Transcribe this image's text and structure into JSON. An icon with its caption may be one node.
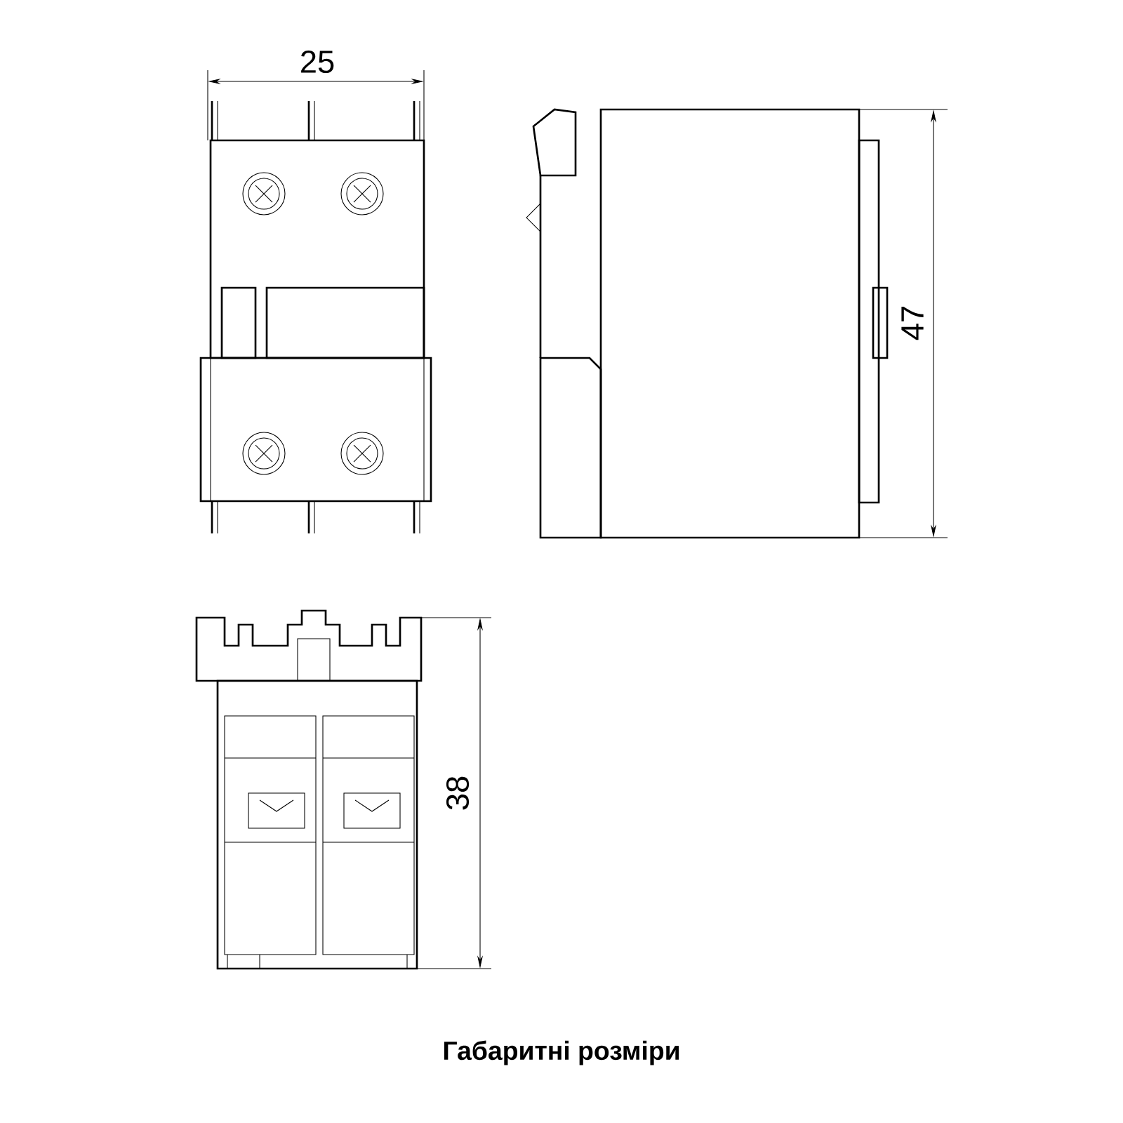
{
  "diagram": {
    "caption": "Габаритні розміри",
    "labels": [
      "25",
      "47",
      "38"
    ]
  }
}
